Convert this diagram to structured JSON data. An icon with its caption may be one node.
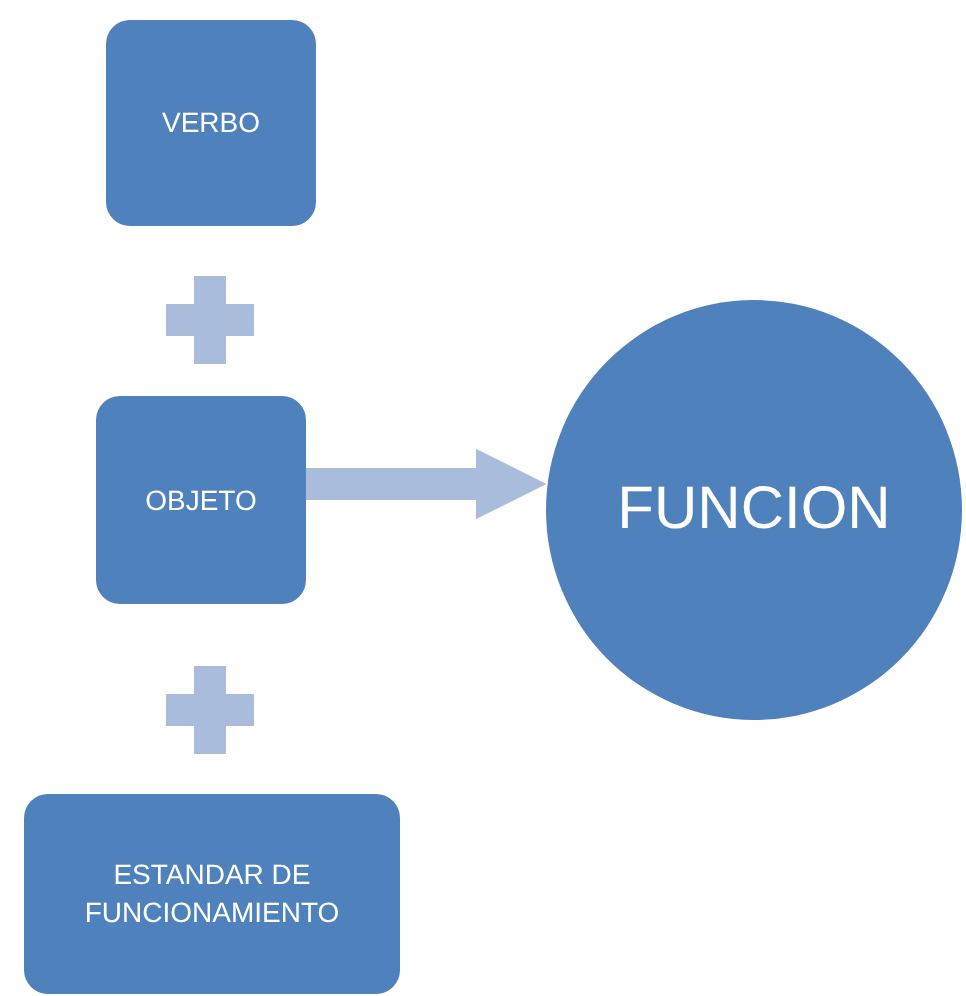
{
  "diagram": {
    "nodes": [
      {
        "text": [
          "VERBO"
        ]
      },
      {
        "text": [
          "OBJETO"
        ]
      },
      {
        "text": [
          "ESTANDAR DE FUNCIONAMIENTO"
        ]
      },
      {
        "text": [
          "FUNCION"
        ]
      }
    ],
    "edges": [
      {
        "from": 1,
        "to": 3,
        "arrow": "to"
      }
    ]
  }
}
